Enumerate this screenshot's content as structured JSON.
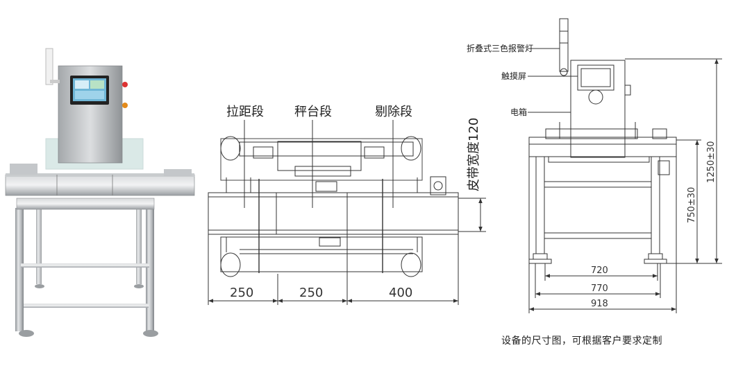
{
  "front_view": {
    "segments": [
      {
        "label": "拉距段",
        "length": "250"
      },
      {
        "label": "秤台段",
        "length": "250"
      },
      {
        "label": "剔除段",
        "length": "400"
      }
    ],
    "belt_width_label": "皮带宽度120"
  },
  "side_view": {
    "callouts": {
      "alarm_light": "折叠式三色报警灯",
      "touch_screen": "触摸屏",
      "electric_box": "电箱"
    },
    "dimensions": {
      "inner_width": "720",
      "leg_width": "770",
      "overall_width": "918",
      "conveyor_height": "750±30",
      "total_height": "1250±30"
    }
  },
  "caption": "设备的尺寸图，可根据客户要求定制"
}
